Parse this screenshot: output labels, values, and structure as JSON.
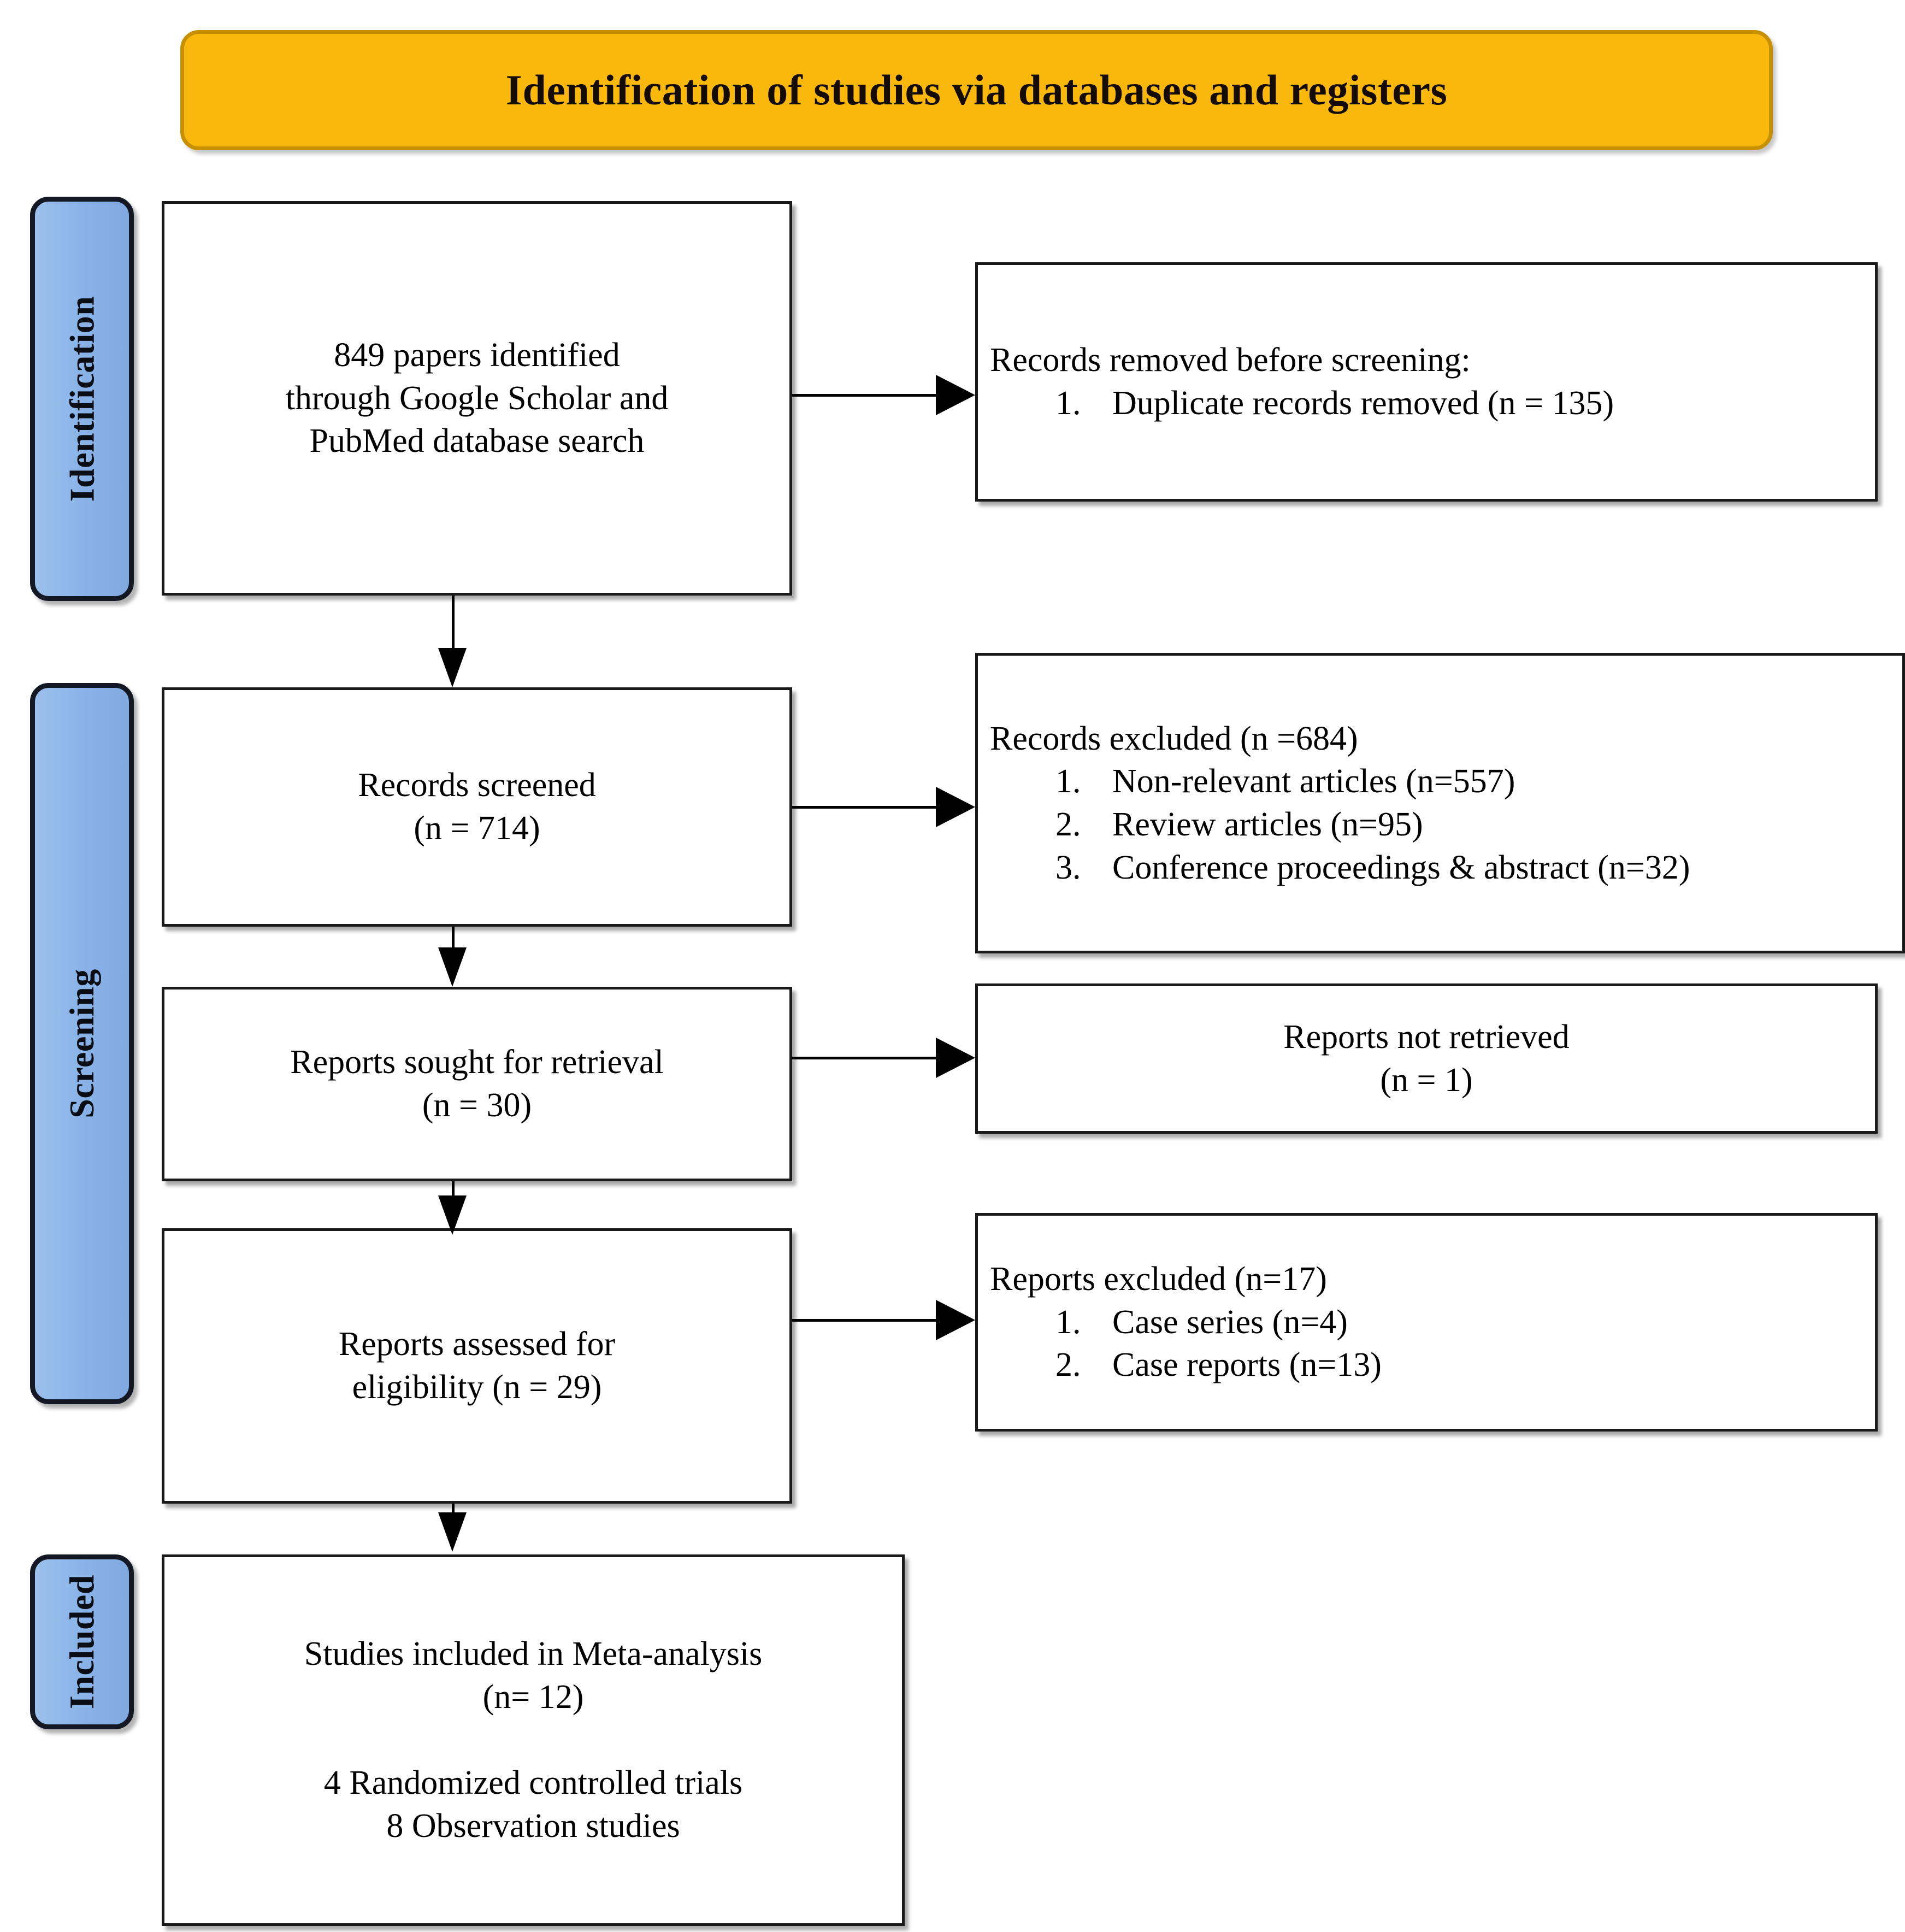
{
  "header": {
    "title": "Identification of studies via databases and registers",
    "background_color": "#F9B80B",
    "border_color": "#C79000"
  },
  "stages": [
    {
      "id": "identification",
      "label": "Identification",
      "color": "#8AB4E8"
    },
    {
      "id": "screening",
      "label": "Screening",
      "color": "#8AB4E8"
    },
    {
      "id": "included",
      "label": "Included",
      "color": "#8AB4E8"
    }
  ],
  "flow": {
    "identified": {
      "lines": [
        "849 papers identified",
        "through Google Scholar and",
        "PubMed database search"
      ]
    },
    "removed_before_screening": {
      "heading": "Records removed before screening:",
      "items": [
        {
          "number": "1.",
          "text": "Duplicate records removed (n = 135)"
        }
      ]
    },
    "records_screened": {
      "lines": [
        "Records screened",
        "(n = 714)"
      ]
    },
    "records_excluded": {
      "heading": "Records excluded (n =684)",
      "items": [
        {
          "number": "1.",
          "text": "Non-relevant articles (n=557)"
        },
        {
          "number": "2.",
          "text": "Review articles (n=95)"
        },
        {
          "number": "3.",
          "text": "Conference proceedings & abstract (n=32)"
        }
      ]
    },
    "reports_sought": {
      "lines": [
        "Reports sought for retrieval",
        "(n = 30)"
      ]
    },
    "reports_not_retrieved": {
      "lines": [
        "Reports not retrieved",
        "(n = 1)"
      ]
    },
    "reports_assessed": {
      "lines": [
        "Reports assessed for",
        "eligibility (n = 29)"
      ]
    },
    "reports_excluded": {
      "heading": "Reports excluded (n=17)",
      "items": [
        {
          "number": "1.",
          "text": "Case series (n=4)"
        },
        {
          "number": "2.",
          "text": "Case reports (n=13)"
        }
      ]
    },
    "studies_included": {
      "lines": [
        "Studies included in Meta-analysis",
        "(n= 12)",
        "",
        "4 Randomized controlled trials",
        "8 Observation studies"
      ]
    }
  },
  "chart_data": {
    "type": "diagram",
    "title": "PRISMA flow diagram",
    "nodes": [
      {
        "id": "identified",
        "stage": "Identification",
        "label": "849 papers identified through Google Scholar and PubMed database search",
        "n": 849
      },
      {
        "id": "removed_before_screening",
        "stage": "Identification",
        "label": "Records removed before screening: Duplicate records removed",
        "n": 135
      },
      {
        "id": "records_screened",
        "stage": "Screening",
        "label": "Records screened",
        "n": 714
      },
      {
        "id": "records_excluded",
        "stage": "Screening",
        "label": "Records excluded",
        "n": 684,
        "breakdown": [
          {
            "label": "Non-relevant articles",
            "n": 557
          },
          {
            "label": "Review articles",
            "n": 95
          },
          {
            "label": "Conference proceedings & abstract",
            "n": 32
          }
        ]
      },
      {
        "id": "reports_sought",
        "stage": "Screening",
        "label": "Reports sought for retrieval",
        "n": 30
      },
      {
        "id": "reports_not_retrieved",
        "stage": "Screening",
        "label": "Reports not retrieved",
        "n": 1
      },
      {
        "id": "reports_assessed",
        "stage": "Screening",
        "label": "Reports assessed for eligibility",
        "n": 29
      },
      {
        "id": "reports_excluded",
        "stage": "Screening",
        "label": "Reports excluded",
        "n": 17,
        "breakdown": [
          {
            "label": "Case series",
            "n": 4
          },
          {
            "label": "Case reports",
            "n": 13
          }
        ]
      },
      {
        "id": "studies_included",
        "stage": "Included",
        "label": "Studies included in Meta-analysis",
        "n": 12,
        "breakdown": [
          {
            "label": "Randomized controlled trials",
            "n": 4
          },
          {
            "label": "Observation studies",
            "n": 8
          }
        ]
      }
    ],
    "edges": [
      {
        "from": "identified",
        "to": "removed_before_screening",
        "direction": "right"
      },
      {
        "from": "identified",
        "to": "records_screened",
        "direction": "down"
      },
      {
        "from": "records_screened",
        "to": "records_excluded",
        "direction": "right"
      },
      {
        "from": "records_screened",
        "to": "reports_sought",
        "direction": "down"
      },
      {
        "from": "reports_sought",
        "to": "reports_not_retrieved",
        "direction": "right"
      },
      {
        "from": "reports_sought",
        "to": "reports_assessed",
        "direction": "down"
      },
      {
        "from": "reports_assessed",
        "to": "reports_excluded",
        "direction": "right"
      },
      {
        "from": "reports_assessed",
        "to": "studies_included",
        "direction": "down"
      }
    ]
  }
}
